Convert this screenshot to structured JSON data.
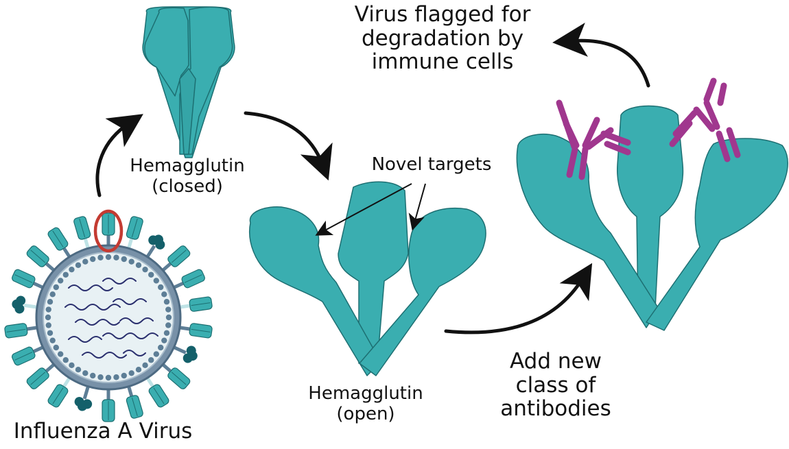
{
  "labels": {
    "virus": "Influenza A Virus",
    "closed_title": "Hemagglutin",
    "closed_state": "(closed)",
    "open_title": "Hemagglutin",
    "open_state": "(open)",
    "novel_targets": "Novel targets",
    "flagged": [
      "Virus flagged for",
      "degradation by",
      "immune cells"
    ],
    "add_antibodies": [
      "Add new",
      "class of",
      "antibodies"
    ]
  },
  "colors": {
    "protein_fill": "#3aaeb0",
    "protein_stroke": "#1d6f72",
    "antibody": "#a0378e",
    "membrane": "#5d7e96",
    "membrane_dots": "#5d7e96",
    "highlight_ring": "#c43b32",
    "rna": "#2a2f6e",
    "virus_interior": "#eaf4f6",
    "spike_dark": "#14606a",
    "arrow": "#111111"
  }
}
